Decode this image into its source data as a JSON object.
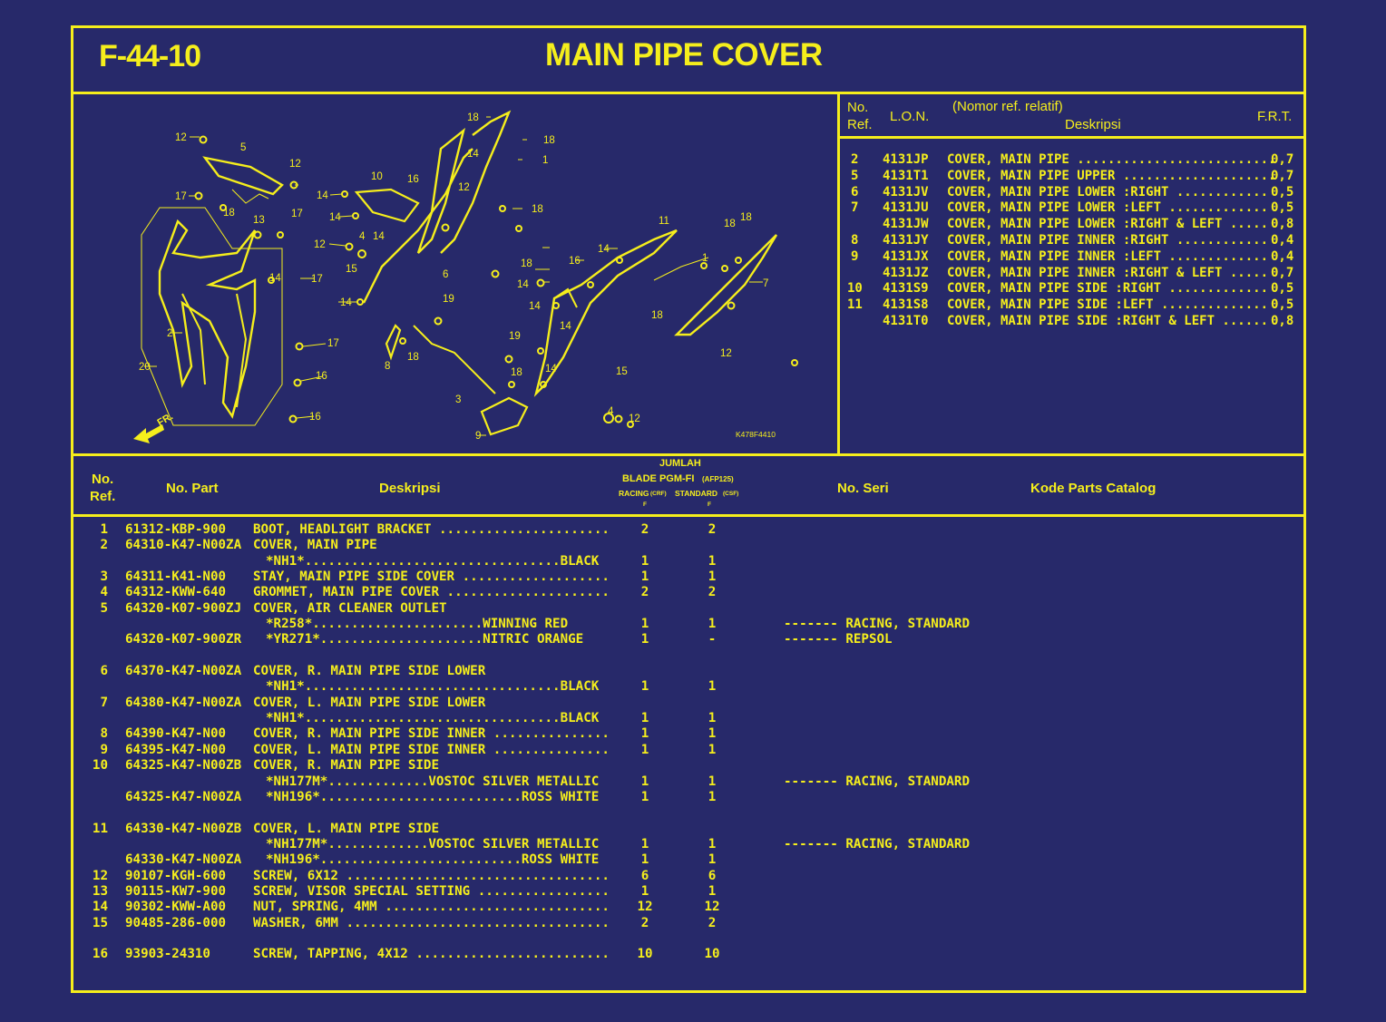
{
  "header": {
    "code": "F-44-10",
    "title": "MAIN PIPE COVER"
  },
  "diagram": {
    "figure_id": "K478F4410",
    "front_indicator": "FR.",
    "callouts": [
      "1",
      "2",
      "3",
      "4",
      "5",
      "6",
      "7",
      "8",
      "9",
      "10",
      "11",
      "12",
      "13",
      "14",
      "15",
      "16",
      "17",
      "18",
      "19",
      "20"
    ]
  },
  "lon_table": {
    "headers": {
      "no": "No.",
      "ref": "Ref.",
      "lon": "L.O.N.",
      "relative": "(Nomor ref. relatif)",
      "desc": "Deskripsi",
      "frt": "F.R.T."
    },
    "rows": [
      {
        "ref": "2",
        "lon": "4131JP",
        "desc": "COVER, MAIN PIPE ..........................",
        "frt": "0,7"
      },
      {
        "ref": "5",
        "lon": "4131T1",
        "desc": "COVER, MAIN PIPE UPPER ....................",
        "frt": "0,7"
      },
      {
        "ref": "6",
        "lon": "4131JV",
        "desc": "COVER, MAIN PIPE LOWER :RIGHT ............",
        "frt": "0,5"
      },
      {
        "ref": "7",
        "lon": "4131JU",
        "desc": "COVER, MAIN PIPE LOWER :LEFT .............",
        "frt": "0,5"
      },
      {
        "ref": "",
        "lon": "4131JW",
        "desc": "COVER, MAIN PIPE LOWER :RIGHT & LEFT .....",
        "frt": "0,8"
      },
      {
        "ref": "8",
        "lon": "4131JY",
        "desc": "COVER, MAIN PIPE INNER :RIGHT ............",
        "frt": "0,4"
      },
      {
        "ref": "9",
        "lon": "4131JX",
        "desc": "COVER, MAIN PIPE INNER :LEFT .............",
        "frt": "0,4"
      },
      {
        "ref": "",
        "lon": "4131JZ",
        "desc": "COVER, MAIN PIPE INNER :RIGHT & LEFT .....",
        "frt": "0,7"
      },
      {
        "ref": "10",
        "lon": "4131S9",
        "desc": "COVER, MAIN PIPE SIDE :RIGHT .............",
        "frt": "0,5"
      },
      {
        "ref": "11",
        "lon": "4131S8",
        "desc": "COVER, MAIN PIPE SIDE :LEFT ..............",
        "frt": "0,5"
      },
      {
        "ref": "",
        "lon": "4131T0",
        "desc": "COVER, MAIN PIPE SIDE :RIGHT & LEFT ......",
        "frt": "0,8"
      }
    ]
  },
  "parts_table": {
    "headers": {
      "no": "No.",
      "ref": "Ref.",
      "part": "No. Part",
      "desc": "Deskripsi",
      "jumlah": "JUMLAH",
      "model": "BLADE PGM-FI",
      "model_code": "(AFP125)",
      "racing": "RACING",
      "racing_code": "(CRF)",
      "standard": "STANDARD",
      "standard_code": "(CSF)",
      "racing_sub": "F",
      "standard_sub": "F",
      "serial": "No. Seri",
      "catalog": "Kode Parts Catalog"
    },
    "rows": [
      {
        "ref": "1",
        "part": "61312-KBP-900",
        "desc": "BOOT, HEADLIGHT BRACKET ......................",
        "q1": "2",
        "q2": "2",
        "serial": ""
      },
      {
        "ref": "2",
        "part": "64310-K47-N00ZA",
        "desc": "COVER, MAIN PIPE",
        "q1": "",
        "q2": "",
        "serial": ""
      },
      {
        "ref": "",
        "part": "",
        "color": "*NH1*.................................BLACK",
        "q1": "1",
        "q2": "1",
        "serial": ""
      },
      {
        "ref": "3",
        "part": "64311-K41-N00",
        "desc": "STAY, MAIN PIPE SIDE COVER ...................",
        "q1": "1",
        "q2": "1",
        "serial": ""
      },
      {
        "ref": "4",
        "part": "64312-KWW-640",
        "desc": "GROMMET, MAIN PIPE COVER .....................",
        "q1": "2",
        "q2": "2",
        "serial": ""
      },
      {
        "ref": "5",
        "part": "64320-K07-900ZJ",
        "desc": "COVER, AIR CLEANER OUTLET",
        "q1": "",
        "q2": "",
        "serial": ""
      },
      {
        "ref": "",
        "part": "",
        "color": "*R258*......................WINNING RED",
        "q1": "1",
        "q2": "1",
        "serial": "------- RACING, STANDARD"
      },
      {
        "ref": "",
        "part": "64320-K07-900ZR",
        "color": "*YR271*.....................NITRIC ORANGE",
        "q1": "1",
        "q2": "-",
        "serial": "------- REPSOL"
      },
      {
        "gap": true
      },
      {
        "ref": "6",
        "part": "64370-K47-N00ZA",
        "desc": "COVER, R. MAIN PIPE SIDE LOWER",
        "q1": "",
        "q2": "",
        "serial": ""
      },
      {
        "ref": "",
        "part": "",
        "color": "*NH1*.................................BLACK",
        "q1": "1",
        "q2": "1",
        "serial": ""
      },
      {
        "ref": "7",
        "part": "64380-K47-N00ZA",
        "desc": "COVER, L. MAIN PIPE SIDE LOWER",
        "q1": "",
        "q2": "",
        "serial": ""
      },
      {
        "ref": "",
        "part": "",
        "color": "*NH1*.................................BLACK",
        "q1": "1",
        "q2": "1",
        "serial": ""
      },
      {
        "ref": "8",
        "part": "64390-K47-N00",
        "desc": "COVER, R. MAIN PIPE SIDE INNER ...............",
        "q1": "1",
        "q2": "1",
        "serial": ""
      },
      {
        "ref": "9",
        "part": "64395-K47-N00",
        "desc": "COVER, L. MAIN PIPE SIDE INNER ...............",
        "q1": "1",
        "q2": "1",
        "serial": ""
      },
      {
        "ref": "10",
        "part": "64325-K47-N00ZB",
        "desc": "COVER, R. MAIN PIPE SIDE",
        "q1": "",
        "q2": "",
        "serial": ""
      },
      {
        "ref": "",
        "part": "",
        "color": "*NH177M*.............VOSTOC SILVER METALLIC",
        "q1": "1",
        "q2": "1",
        "serial": "------- RACING, STANDARD"
      },
      {
        "ref": "",
        "part": "64325-K47-N00ZA",
        "color": "*NH196*..........................ROSS WHITE",
        "q1": "1",
        "q2": "1",
        "serial": ""
      },
      {
        "gap": true
      },
      {
        "ref": "11",
        "part": "64330-K47-N00ZB",
        "desc": "COVER, L. MAIN PIPE SIDE",
        "q1": "",
        "q2": "",
        "serial": ""
      },
      {
        "ref": "",
        "part": "",
        "color": "*NH177M*.............VOSTOC SILVER METALLIC",
        "q1": "1",
        "q2": "1",
        "serial": "------- RACING, STANDARD"
      },
      {
        "ref": "",
        "part": "64330-K47-N00ZA",
        "color": "*NH196*..........................ROSS WHITE",
        "q1": "1",
        "q2": "1",
        "serial": ""
      },
      {
        "ref": "12",
        "part": "90107-KGH-600",
        "desc": "SCREW, 6X12 ..................................",
        "q1": "6",
        "q2": "6",
        "serial": ""
      },
      {
        "ref": "13",
        "part": "90115-KW7-900",
        "desc": "SCREW, VISOR SPECIAL SETTING .................",
        "q1": "1",
        "q2": "1",
        "serial": ""
      },
      {
        "ref": "14",
        "part": "90302-KWW-A00",
        "desc": "NUT, SPRING, 4MM .............................",
        "q1": "12",
        "q2": "12",
        "serial": ""
      },
      {
        "ref": "15",
        "part": "90485-286-000",
        "desc": "WASHER, 6MM ..................................",
        "q1": "2",
        "q2": "2",
        "serial": ""
      },
      {
        "gap": true
      },
      {
        "ref": "16",
        "part": "93903-24310",
        "desc": "SCREW, TAPPING, 4X12 .........................",
        "q1": "10",
        "q2": "10",
        "serial": ""
      }
    ]
  },
  "colors": {
    "background": "#27296a",
    "ink": "#f5ee1c"
  }
}
